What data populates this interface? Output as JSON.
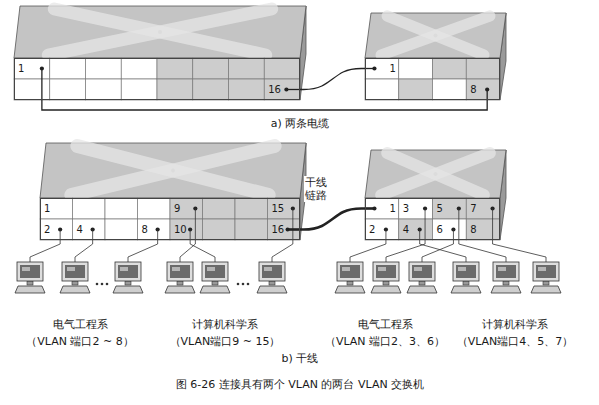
{
  "diagram": {
    "caption": "图 6-26 连接具有两个 VLAN 的两台 VLAN 交换机",
    "nodes": [
      {
        "text": [
          "1",
          "16"
        ]
      },
      {
        "text": [
          "1",
          "8"
        ]
      },
      {
        "text": [
          "1",
          "2",
          "4",
          "8",
          "9",
          "10",
          "15",
          "16"
        ]
      },
      {
        "text": [
          "1",
          "2",
          "3",
          "4",
          "5",
          "6",
          "7",
          "8"
        ]
      }
    ],
    "edges": [
      {
        "from": 0,
        "to": 1,
        "arrow": "none"
      },
      {
        "from": 0,
        "to": 1,
        "arrow": "none"
      },
      {
        "from": 2,
        "to": 3,
        "label": "干线 链路",
        "arrow": "none"
      }
    ],
    "labels": [
      "a) 两条电缆",
      "电气工程系",
      "（VLAN 端口2 ~ 8）",
      "计算机科学系",
      "（VLAN端口9 ~ 15）",
      "电气工程系",
      "（VLAN 端口2、3、6）",
      "计算机科学系",
      "（VLAN端口4、5、7）",
      "b) 干线"
    ]
  }
}
